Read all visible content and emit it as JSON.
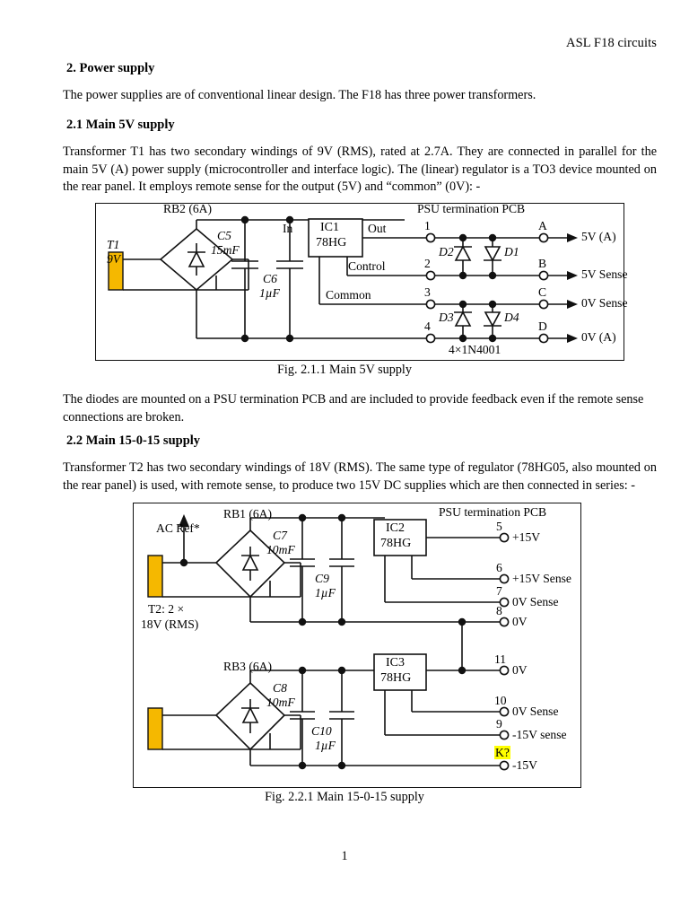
{
  "header": {
    "running_head": "ASL F18 circuits"
  },
  "sections": [
    {
      "heading": "2. Power supply",
      "body": "The power supplies are of conventional linear design. The F18 has three power transformers."
    },
    {
      "heading": "2.1 Main 5V supply",
      "body": "Transformer T1 has two secondary windings of 9V (RMS), rated at 2.7A. They are connected in parallel for the main 5V (A) power supply (microcontroller and interface logic). The (linear) regulator is a TO3 device mounted on the rear panel. It employs remote sense for the output (5V) and “common” (0V): -"
    },
    {
      "heading": "2.2 Main 15-0-15 supply",
      "body": "Transformer T2 has two secondary windings of 18V (RMS). The same type of regulator (78HG05, also mounted on the rear panel) is used, with remote sense, to produce two 15V DC supplies which are then connected in series: -"
    }
  ],
  "after_fig1_text": "The diodes are mounted on a PSU termination PCB and are included to provide feedback even if the remote sense connections are broken.",
  "figure1": {
    "caption": "Fig. 2.1.1 Main 5V supply",
    "transformer_name": "T1",
    "transformer_voltage": "9V",
    "bridge_label": "RB2 (6A)",
    "cap1_name": "C5",
    "cap1_value": "15mF",
    "cap2_name": "C6",
    "cap2_value": "1µF",
    "ic_name": "IC1",
    "ic_type": "78HG",
    "pin_in": "In",
    "pin_out": "Out",
    "pin_control": "Control",
    "pin_common": "Common",
    "pcb_title": "PSU termination PCB",
    "diode_note": "4×1N4001",
    "diodes": [
      "D1",
      "D2",
      "D3",
      "D4"
    ],
    "terminals_left": [
      "1",
      "2",
      "3",
      "4"
    ],
    "terminals_right": [
      "A",
      "B",
      "C",
      "D"
    ],
    "outputs": [
      "5V (A)",
      "5V Sense",
      "0V Sense",
      "0V (A)"
    ]
  },
  "figure2": {
    "caption": "Fig. 2.2.1 Main 15-0-15 supply",
    "ac_ref_label": "AC Ref*",
    "transformer_label_line1": "T2: 2 ×",
    "transformer_label_line2": "18V (RMS)",
    "bridge1_label": "RB1 (6A)",
    "bridge2_label": "RB3 (6A)",
    "cap_c7_name": "C7",
    "cap_c7_value": "10mF",
    "cap_c9_name": "C9",
    "cap_c9_value": "1µF",
    "cap_c8_name": "C8",
    "cap_c8_value": "10mF",
    "cap_c10_name": "C10",
    "cap_c10_value": "1µF",
    "ic2_name": "IC2",
    "ic2_type": "78HG",
    "ic3_name": "IC3",
    "ic3_type": "78HG",
    "pcb_title": "PSU termination PCB",
    "highlight_note": "K?",
    "terminals": [
      {
        "number": "5",
        "label": "+15V"
      },
      {
        "number": "6",
        "label": "+15V Sense"
      },
      {
        "number": "7",
        "label": "0V Sense"
      },
      {
        "number": "8",
        "label": "0V"
      },
      {
        "number": "11",
        "label": "0V"
      },
      {
        "number": "10",
        "label": "0V Sense"
      },
      {
        "number": "9",
        "label": "-15V sense"
      },
      {
        "number": "",
        "label": "-15V"
      }
    ]
  },
  "page_number": "1",
  "colors": {
    "transformer_fill": "#f5b800",
    "line": "#111111",
    "highlight": "#ffff00"
  }
}
